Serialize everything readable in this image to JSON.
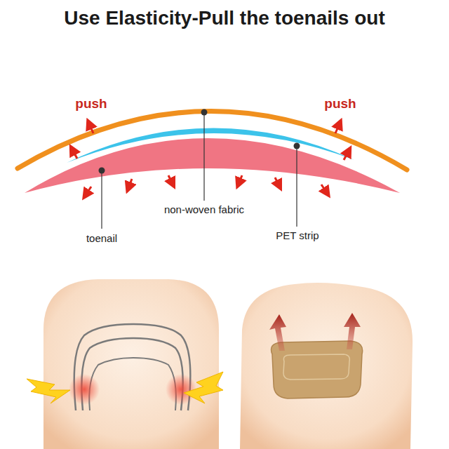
{
  "diagram": {
    "title": "Use Elasticity-Pull the toenails out",
    "labels": [
      "push",
      "push",
      "non-woven fabric",
      "toenail",
      "PET strip"
    ]
  }
}
